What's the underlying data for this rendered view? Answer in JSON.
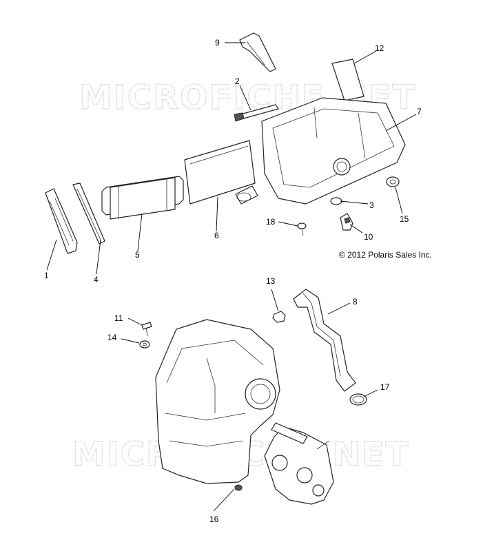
{
  "copyright": "© 2012 Polaris Sales Inc.",
  "watermarks": [
    "MICROFICHE.NET",
    "MICROFICHE.NET"
  ],
  "callouts": {
    "c1": "1",
    "c2": "2",
    "c3": "3",
    "c4": "4",
    "c5": "5",
    "c6": "6",
    "c7": "7",
    "c8": "8",
    "c9": "9",
    "c10": "10",
    "c11": "11",
    "c12": "12",
    "c13": "13",
    "c14": "14",
    "c15": "15",
    "c16": "16",
    "c17": "17",
    "c18": "18"
  }
}
